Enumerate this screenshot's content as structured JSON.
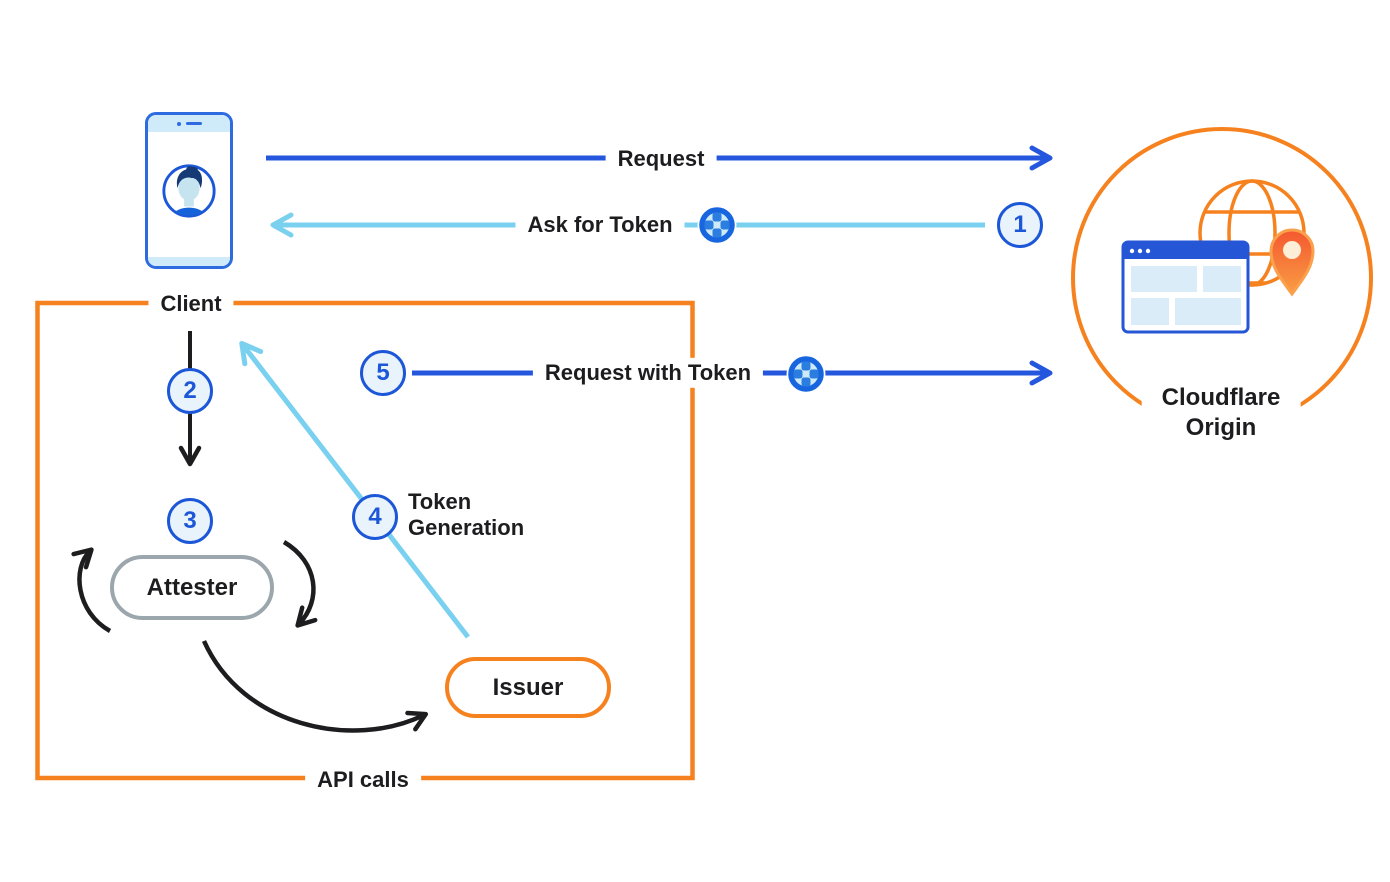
{
  "client": {
    "label": "Client"
  },
  "origin": {
    "line1": "Cloudflare",
    "line2": "Origin"
  },
  "attester": {
    "label": "Attester"
  },
  "issuer": {
    "label": "Issuer"
  },
  "api_box": {
    "label": "API calls"
  },
  "arrows": {
    "request": "Request",
    "ask_for_token": "Ask for Token",
    "request_with_token": "Request with Token",
    "token_generation_line1": "Token",
    "token_generation_line2": "Generation"
  },
  "steps": [
    "1",
    "2",
    "3",
    "4",
    "5"
  ],
  "colors": {
    "arrow_blue": "#2457dd",
    "arrow_cyan": "#79d1ef",
    "cloudflare_orange": "#f6821f",
    "arrow_black": "#1d1d1f",
    "step_border": "#1c57d8",
    "step_fill": "#e9f3fc",
    "attester_gray": "#9ba6ad",
    "phone_blue": "#2e6be0",
    "light_blue_fill": "#cfeaf8"
  }
}
